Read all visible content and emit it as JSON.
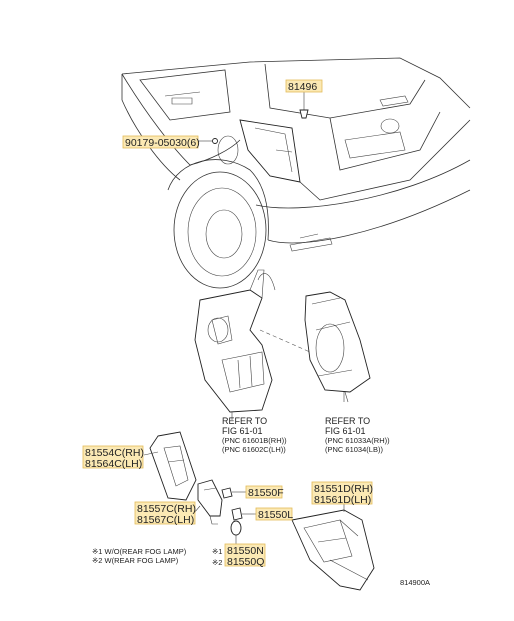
{
  "labels": {
    "p81496": "81496",
    "p90179": "90179-05030(6)",
    "refer_left": "REFER TO",
    "fig_left": "FIG 61-01",
    "pnc_left_1": "(PNC  61601B(RH))",
    "pnc_left_2": "(PNC  61602C(LH))",
    "refer_right": "REFER TO",
    "fig_right": "FIG 61-01",
    "pnc_right_1": "(PNC  61033A(RH))",
    "pnc_right_2": "(PNC  61034(LB))",
    "p81554": "81554C(RH)",
    "p81564": "81564C(LH)",
    "p81551": "81551D(RH)",
    "p81561": "81561D(LH)",
    "p81550f": "81550F",
    "p81557": "81557C(RH)",
    "p81567": "81567C(LH)",
    "p81550l": "81550L",
    "note1": "※1 W/O(REAR FOG LAMP)",
    "note2": "※2 W(REAR FOG LAMP)",
    "m1": "※1",
    "m2": "※2",
    "p81550n": "81550N",
    "p81550q": "81550Q",
    "diagram_id": "814900A"
  },
  "highlight_color": "#fbe9b4"
}
